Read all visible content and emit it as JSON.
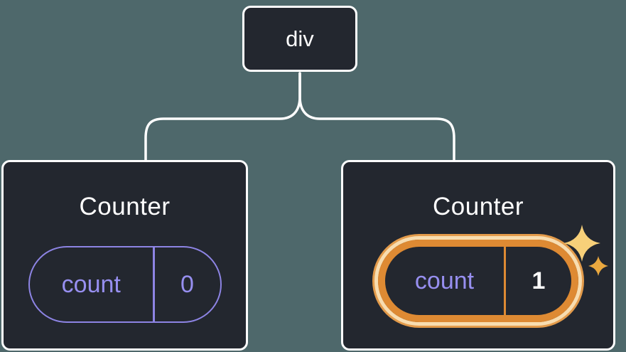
{
  "tree": {
    "root": {
      "label": "div"
    },
    "children": [
      {
        "title": "Counter",
        "state": {
          "key": "count",
          "value": "0"
        },
        "highlighted": false
      },
      {
        "title": "Counter",
        "state": {
          "key": "count",
          "value": "1"
        },
        "highlighted": true
      }
    ]
  },
  "colors": {
    "background": "#4e686b",
    "node_background": "#23272f",
    "node_border": "#ffffff",
    "state_purple": "#8d84e4",
    "state_text": "#978ff0",
    "highlight_orange": "#de8a33",
    "highlight_ring_cream": "#f8ddb0",
    "highlight_ring_outer": "#e39b4b",
    "highlighted_value_text": "#ffffff",
    "sparkle_gold_light": "#f7d079",
    "sparkle_gold_dark": "#eaa83f",
    "connector": "#ffffff"
  },
  "icons": {
    "sparkle": "sparkle-icon"
  }
}
